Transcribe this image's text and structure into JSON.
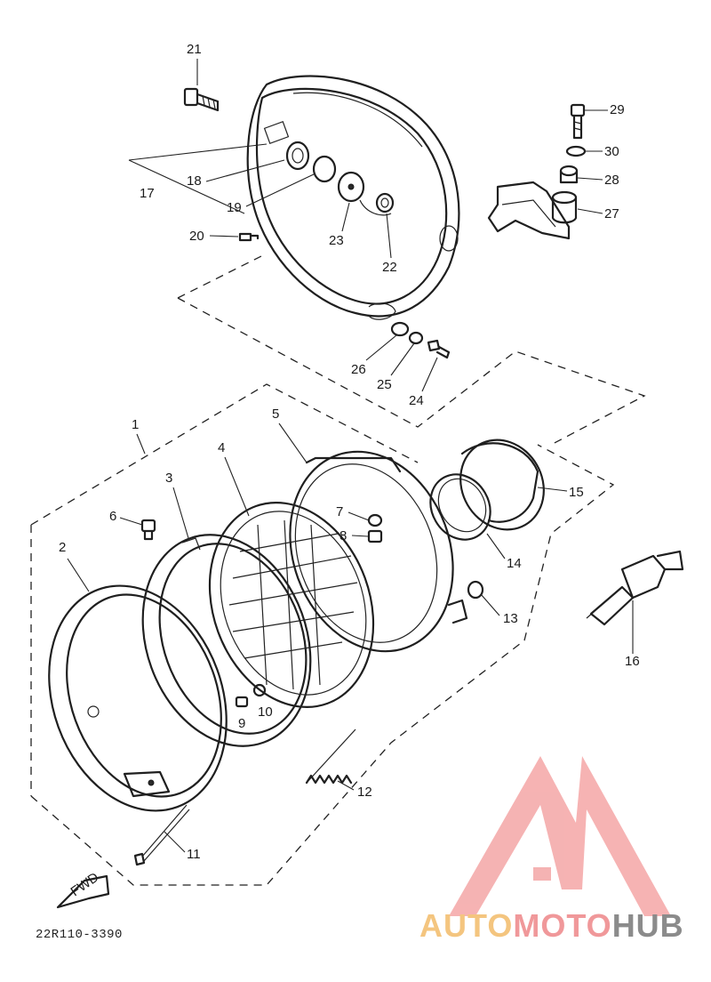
{
  "callouts": [
    {
      "id": "1",
      "text": "1"
    },
    {
      "id": "2",
      "text": "2"
    },
    {
      "id": "3",
      "text": "3"
    },
    {
      "id": "4",
      "text": "4"
    },
    {
      "id": "5",
      "text": "5"
    },
    {
      "id": "6",
      "text": "6"
    },
    {
      "id": "7",
      "text": "7"
    },
    {
      "id": "8",
      "text": "8"
    },
    {
      "id": "9",
      "text": "9"
    },
    {
      "id": "10",
      "text": "10"
    },
    {
      "id": "11",
      "text": "11"
    },
    {
      "id": "12",
      "text": "12"
    },
    {
      "id": "13",
      "text": "13"
    },
    {
      "id": "14",
      "text": "14"
    },
    {
      "id": "15",
      "text": "15"
    },
    {
      "id": "16",
      "text": "16"
    },
    {
      "id": "17",
      "text": "17"
    },
    {
      "id": "18",
      "text": "18"
    },
    {
      "id": "19",
      "text": "19"
    },
    {
      "id": "20",
      "text": "20"
    },
    {
      "id": "21",
      "text": "21"
    },
    {
      "id": "22",
      "text": "22"
    },
    {
      "id": "23",
      "text": "23"
    },
    {
      "id": "24",
      "text": "24"
    },
    {
      "id": "25",
      "text": "25"
    },
    {
      "id": "26",
      "text": "26"
    },
    {
      "id": "27",
      "text": "27"
    },
    {
      "id": "28",
      "text": "28"
    },
    {
      "id": "29",
      "text": "29"
    },
    {
      "id": "30",
      "text": "30"
    }
  ],
  "front_arrow_text": "FWD",
  "diagram_code": "22R110-3390",
  "watermark": {
    "logo": "AMH-logo",
    "part1": "AUTO",
    "part2": "MOTO",
    "part3": "HUB",
    "colors": {
      "auto": "#f4c57f",
      "moto": "#f0989a",
      "hub": "#8b8b8b",
      "logo": "#f29a9a"
    }
  }
}
